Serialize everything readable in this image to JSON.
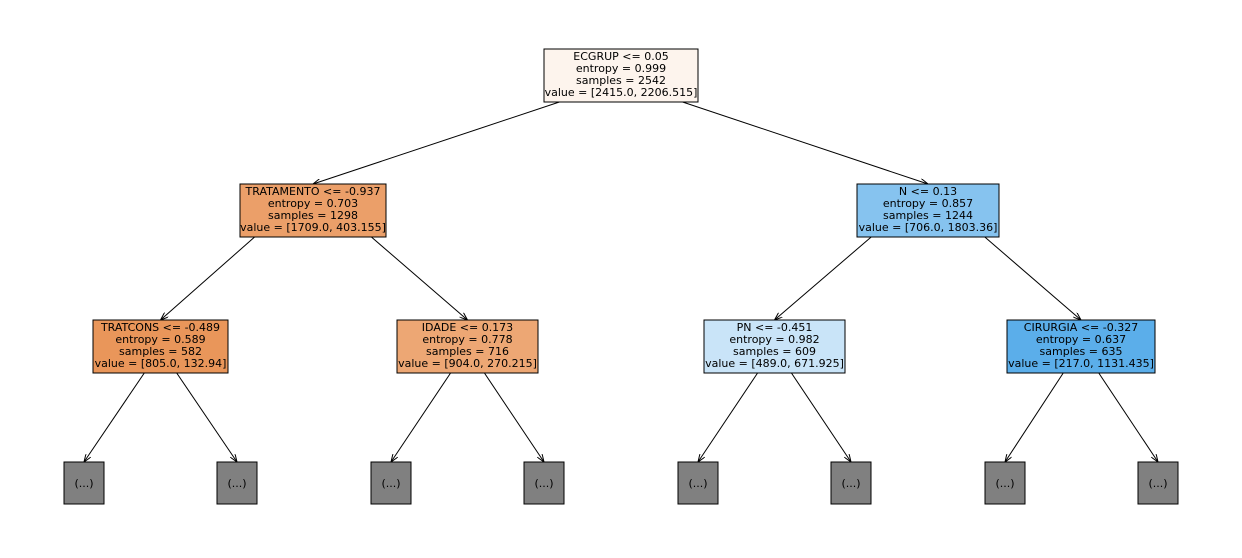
{
  "tree": {
    "nodes": [
      {
        "id": "root",
        "lines": [
          "ECGRUP <= 0.05",
          "entropy = 0.999",
          "samples = 2542",
          "value = [2415.0, 2206.515]"
        ],
        "fill": "#fdf4ed"
      },
      {
        "id": "l",
        "lines": [
          "TRATAMENTO <= -0.937",
          "entropy = 0.703",
          "samples = 1298",
          "value = [1709.0, 403.155]"
        ],
        "fill": "#eb9f69"
      },
      {
        "id": "r",
        "lines": [
          "N <= 0.13",
          "entropy = 0.857",
          "samples = 1244",
          "value = [706.0, 1803.36]"
        ],
        "fill": "#86c3ef"
      },
      {
        "id": "ll",
        "lines": [
          "TRATCONS <= -0.489",
          "entropy = 0.589",
          "samples = 582",
          "value = [805.0, 132.94]"
        ],
        "fill": "#e9965a"
      },
      {
        "id": "lr",
        "lines": [
          "IDADE <= 0.173",
          "entropy = 0.778",
          "samples = 716",
          "value = [904.0, 270.215]"
        ],
        "fill": "#eda774"
      },
      {
        "id": "rl",
        "lines": [
          "PN <= -0.451",
          "entropy = 0.982",
          "samples = 609",
          "value = [489.0, 671.925]"
        ],
        "fill": "#c9e4f8"
      },
      {
        "id": "rr",
        "lines": [
          "CIRURGIA <= -0.327",
          "entropy = 0.637",
          "samples = 635",
          "value = [217.0, 1131.435]"
        ],
        "fill": "#5baeea"
      }
    ],
    "truncated_label": "(...)",
    "truncated_fill": "#808080"
  }
}
